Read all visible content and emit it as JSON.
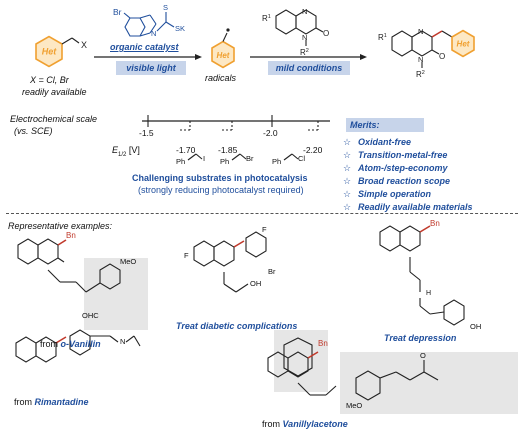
{
  "top": {
    "reagent_x": "X",
    "x_def_line1": "X = Cl, Br",
    "x_def_line2": "readily available",
    "catalyst_label": "organic catalyst",
    "visible_light": "visible light",
    "radicals_label": "radicals",
    "mild_conditions": "mild conditions",
    "het": "Het",
    "br": "Br",
    "s": "S",
    "sk": "SK",
    "n": "N",
    "o": "O",
    "r1": "R",
    "r1_sup": "1",
    "r2": "R",
    "r2_sup": "2"
  },
  "scale": {
    "title_line1": "Electrochemical scale",
    "title_line2": "(vs. SCE)",
    "e_label": "E",
    "e_sub": "1/2",
    "e_unit": " [V]",
    "ticks": [
      "-1.5",
      "-2.0"
    ],
    "values": [
      "-1.70",
      "-1.85",
      "-2.20"
    ],
    "ph": "Ph",
    "halides": [
      "I",
      "Br",
      "Cl"
    ],
    "challenge_line1": "Challenging substrates in photocatalysis",
    "challenge_line2": "(strongly reducing photocatalyst required)"
  },
  "merits": {
    "title": "Merits:",
    "items": [
      "Oxidant-free",
      "Transition-metal-free",
      "Atom-/step-economy",
      "Broad reaction scope",
      "Simple operation",
      "Readily available materials"
    ]
  },
  "examples": {
    "heading": "Representative examples:",
    "bn": "Bn",
    "from": "from",
    "vanillin": "o-Vanillin",
    "diabetic": "Treat diabetic complications",
    "depression": "Treat depression",
    "rimantadine": "Rimantadine",
    "vanillylacetone": "Vanillylacetone",
    "meo": "MeO",
    "ohc": "OHC",
    "f": "F",
    "oh": "OH",
    "h": "H",
    "nh": "N",
    "o": "O",
    "n": "N",
    "br": "Br"
  },
  "colors": {
    "accent_blue": "#1f4e9c",
    "pill_bg": "#c7d4ea",
    "het_orange": "#f0a030",
    "het_fill": "#fde8c4",
    "bond_red": "#c0392b",
    "gray_box": "#e6e6e6"
  }
}
